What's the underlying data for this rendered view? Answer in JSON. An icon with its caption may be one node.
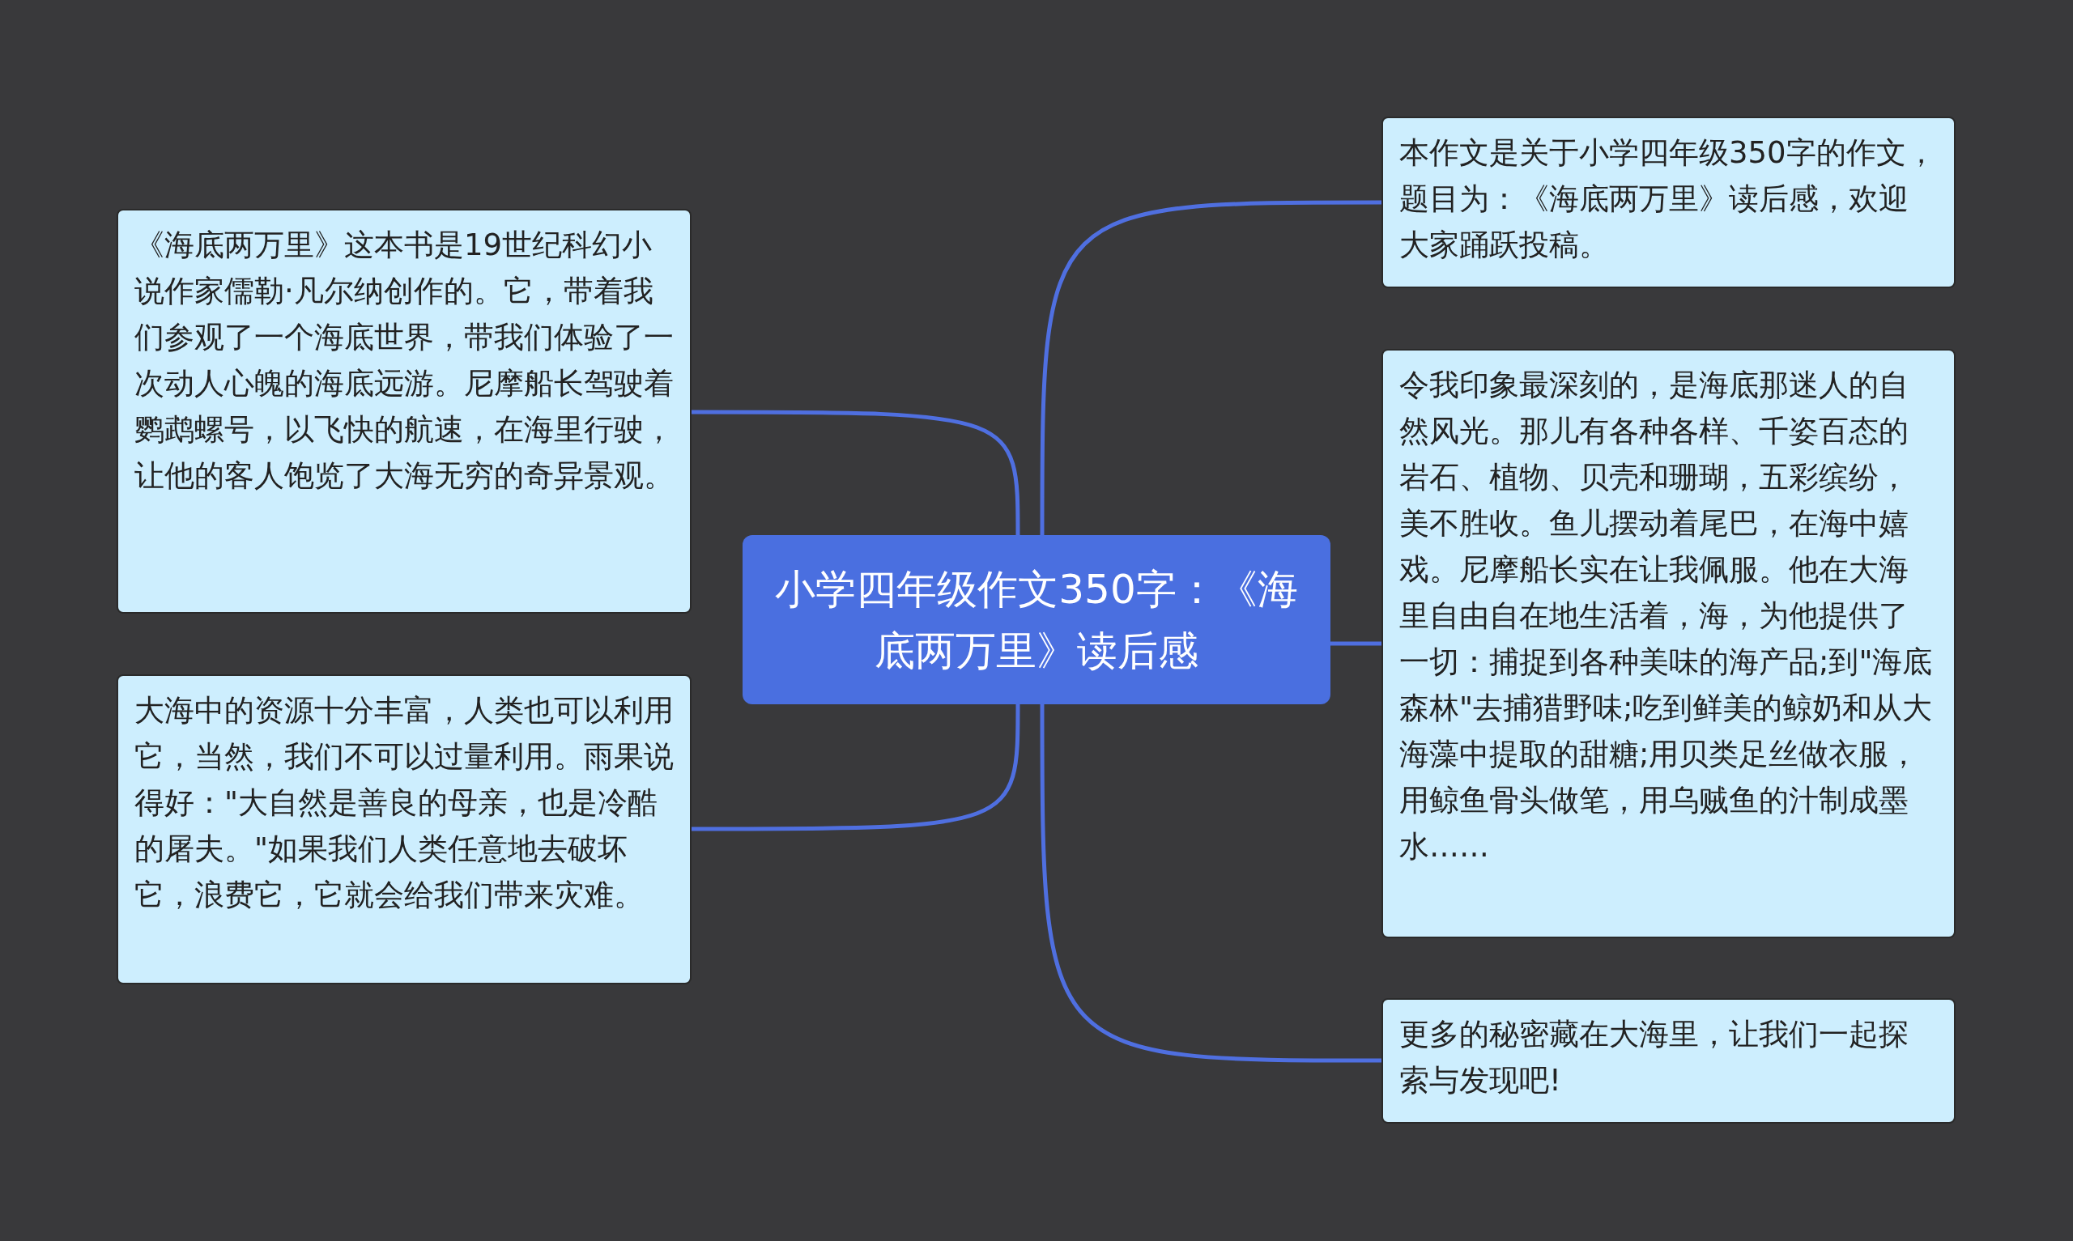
{
  "diagram": {
    "nodes": [
      {
        "text": [
          "小学四年级作文350字：《海底两万里》读后感"
        ]
      },
      {
        "text": [
          "《海底两万里》这本书是19世纪科幻小说作家儒勒·凡尔纳创作的。它，带着我们参观了一个海底世界，带我们体验了一次动人心魄的海底远游。尼摩船长驾驶着鹦鹉螺号，以飞快的航速，在海里行驶，让他的客人饱览了大海无穷的奇异景观。"
        ]
      },
      {
        "text": [
          "大海中的资源十分丰富，人类也可以利用它，当然，我们不可以过量利用。雨果说得好：\"大自然是善良的母亲，也是冷酷的屠夫。\"如果我们人类任意地去破坏它，浪费它，它就会给我们带来灾难。"
        ]
      },
      {
        "text": [
          "本作文是关于小学四年级350字的作文，题目为：《海底两万里》读后感，欢迎大家踊跃投稿。"
        ]
      },
      {
        "text": [
          "令我印象最深刻的，是海底那迷人的自然风光。那儿有各种各样、千姿百态的岩石、植物、贝壳和珊瑚，五彩缤纷，美不胜收。鱼儿摆动着尾巴，在海中嬉戏。尼摩船长实在让我佩服。他在大海里自由自在地生活着，海，为他提供了一切：捕捉到各种美味的海产品;到\"海底森林\"去捕猎野味;吃到鲜美的鲸奶和从大海藻中提取的甜糖;用贝类足丝做衣服，用鲸鱼骨头做笔，用乌贼鱼的汁制成墨水……"
        ]
      },
      {
        "text": [
          "更多的秘密藏在大海里，让我们一起探索与发现吧!"
        ]
      }
    ],
    "edges": [
      {
        "from": 0,
        "to": 1,
        "arrow": "none"
      },
      {
        "from": 0,
        "to": 2,
        "arrow": "none"
      },
      {
        "from": 0,
        "to": 3,
        "arrow": "none"
      },
      {
        "from": 0,
        "to": 4,
        "arrow": "none"
      },
      {
        "from": 0,
        "to": 5,
        "arrow": "none"
      }
    ]
  }
}
